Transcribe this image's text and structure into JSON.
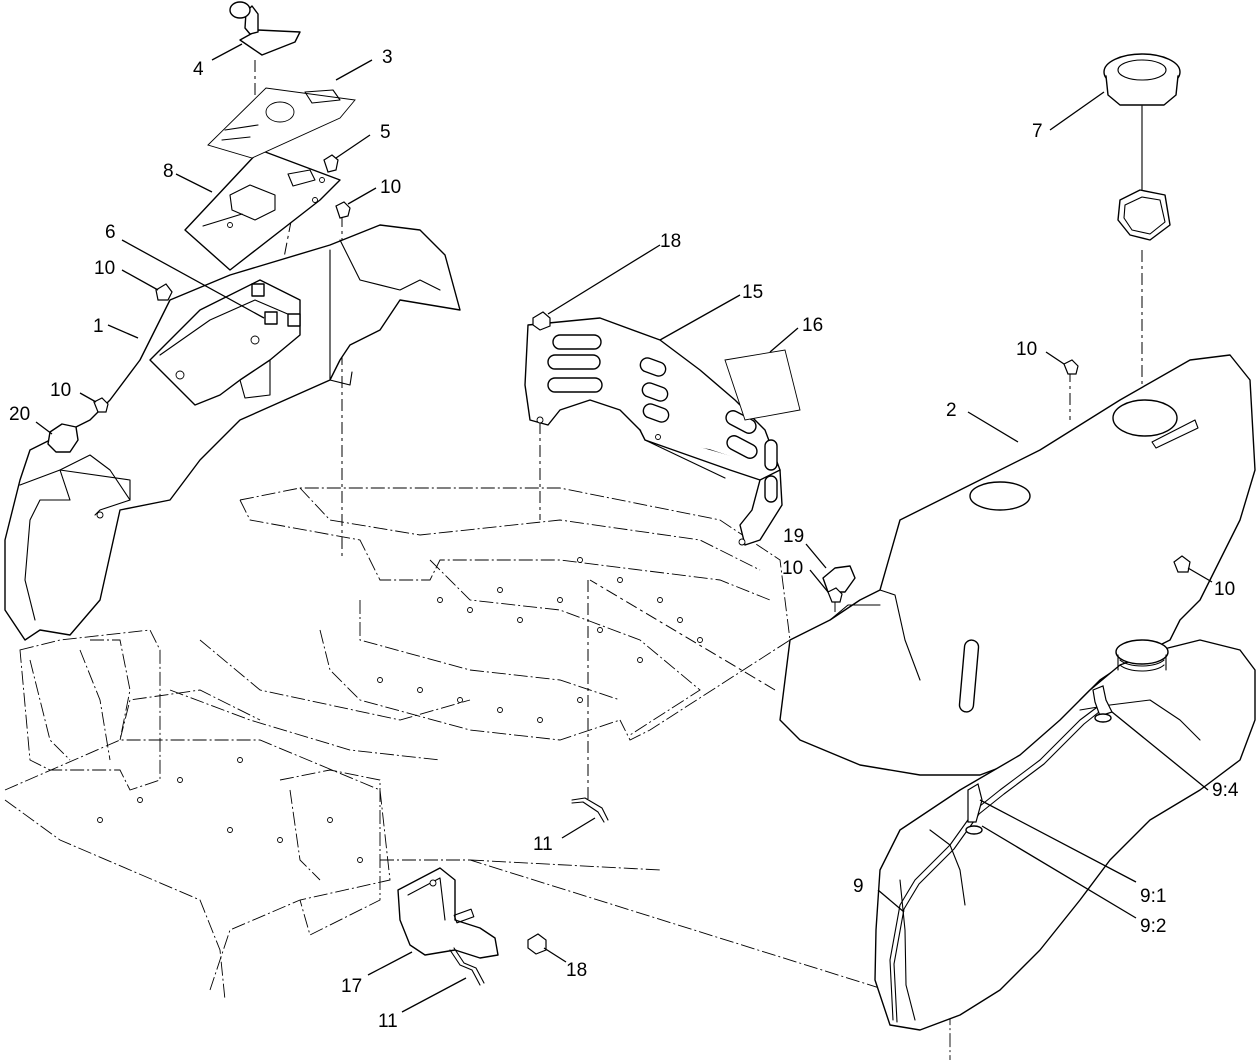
{
  "callouts": [
    {
      "id": "c4",
      "label": "4"
    },
    {
      "id": "c3",
      "label": "3"
    },
    {
      "id": "c5",
      "label": "5"
    },
    {
      "id": "c8",
      "label": "8"
    },
    {
      "id": "c10a",
      "label": "10"
    },
    {
      "id": "c6",
      "label": "6"
    },
    {
      "id": "c10b",
      "label": "10"
    },
    {
      "id": "c1",
      "label": "1"
    },
    {
      "id": "c10c",
      "label": "10"
    },
    {
      "id": "c20",
      "label": "20"
    },
    {
      "id": "c18a",
      "label": "18"
    },
    {
      "id": "c15",
      "label": "15"
    },
    {
      "id": "c16",
      "label": "16"
    },
    {
      "id": "c7",
      "label": "7"
    },
    {
      "id": "c10d",
      "label": "10"
    },
    {
      "id": "c2",
      "label": "2"
    },
    {
      "id": "c19",
      "label": "19"
    },
    {
      "id": "c10e",
      "label": "10"
    },
    {
      "id": "c10f",
      "label": "10"
    },
    {
      "id": "c94",
      "label": "9:4"
    },
    {
      "id": "c11a",
      "label": "11"
    },
    {
      "id": "c91",
      "label": "9:1"
    },
    {
      "id": "c92",
      "label": "9:2"
    },
    {
      "id": "c9",
      "label": "9"
    },
    {
      "id": "c17",
      "label": "17"
    },
    {
      "id": "c18b",
      "label": "18"
    },
    {
      "id": "c11b",
      "label": "11"
    }
  ]
}
